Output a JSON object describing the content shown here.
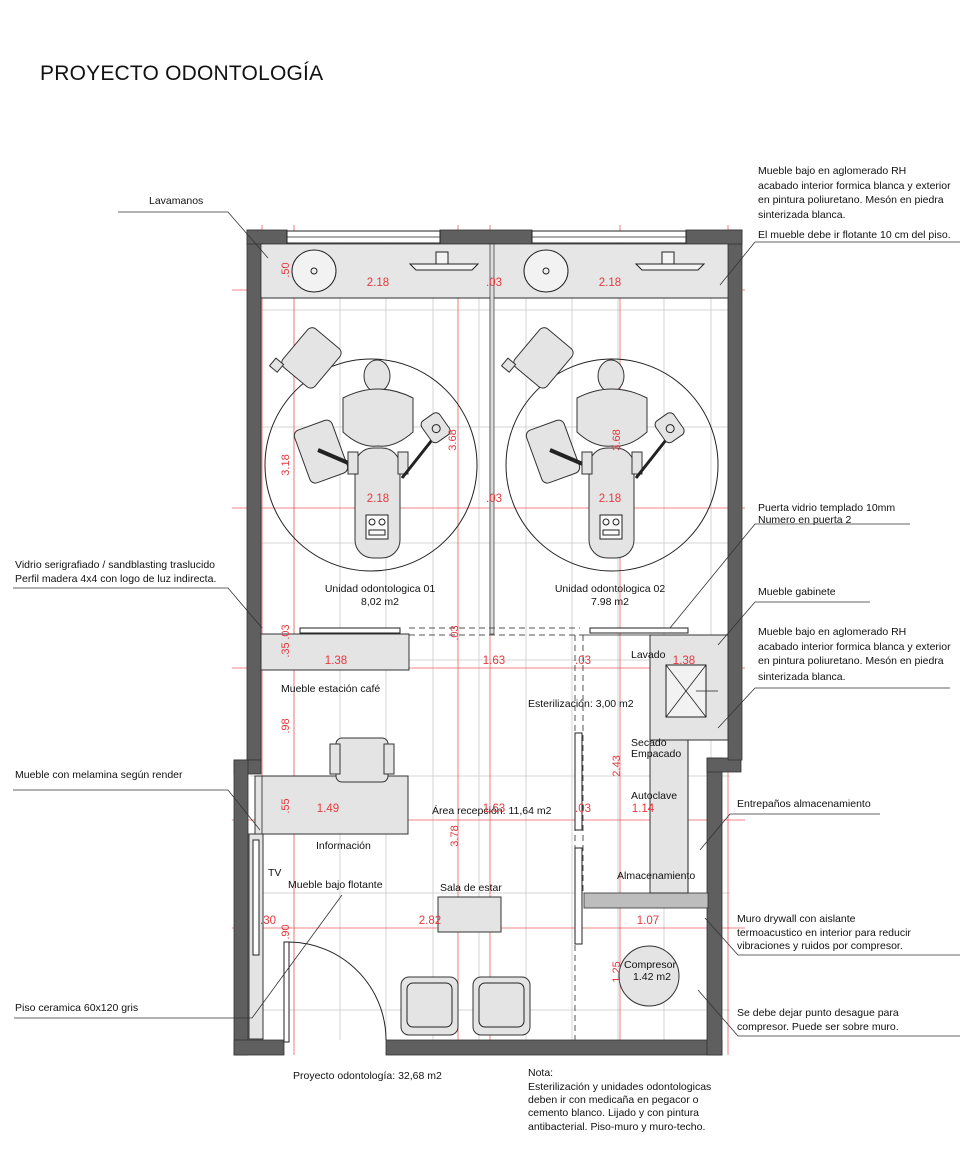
{
  "title": "PROYECTO ODONTOLOGÍA",
  "annotations": {
    "lavamanos": "Lavamanos",
    "mueble_bajo_1": [
      "Mueble bajo en aglomerado RH",
      "acabado interior formica blanca y exterior",
      "en pintura poliuretano. Mesón en piedra",
      "sinterizada blanca."
    ],
    "flotante": "El mueble debe ir flotante 10 cm del piso.",
    "puerta_vidrio": [
      "Puerta vidrio templado 10mm",
      "Numero en puerta 2"
    ],
    "vidrio": [
      "Vidrio serigrafiado / sandblasting traslucido",
      "Perfil madera 4x4 con logo de luz indirecta."
    ],
    "mueble_gabinete": "Mueble gabinete",
    "mueble_bajo_2": [
      "Mueble bajo en aglomerado RH",
      "acabado interior formica blanca y exterior",
      "en pintura poliuretano. Mesón en piedra",
      "sinterizada blanca."
    ],
    "melamina": "Mueble con melamina según render",
    "entrepanos": "Entrepaños almacenamiento",
    "drywall": [
      "Muro drywall con aislante",
      "termoacustico en interior para reducir",
      "vibraciones y ruidos por compresor."
    ],
    "piso": "Piso ceramica 60x120 gris",
    "desague": [
      "Se debe dejar punto desague para",
      "compresor. Puede ser sobre muro."
    ],
    "mueble_bajo_flotante": "Mueble bajo flotante"
  },
  "rooms": {
    "unidad1_name": "Unidad odontologica 01",
    "unidad1_area": "8,02 m2",
    "unidad2_name": "Unidad odontologica 02",
    "unidad2_area": "7.98 m2",
    "estacion_cafe": "Mueble estación café",
    "lavado": "Lavado",
    "esterilizacion": "Esterilización: 3,00 m2",
    "secado": "Secado",
    "empacado": "Empacado",
    "autoclave": "Autoclave",
    "recepcion": "Área recepción: 11,64 m2",
    "informacion": "Información",
    "almacenamiento": "Almacenamiento",
    "tv": "TV",
    "sala": "Sala de estar",
    "compresor": "Compresor",
    "compresor_area": "1.42 m2"
  },
  "dimensions": {
    "d218a": "2.18",
    "d03a": ".03",
    "d218b": "2.18",
    "d218c": "2.18",
    "d03b": ".03",
    "d218d": "2.18",
    "d50": ".50",
    "d318": "3.18",
    "d368a": "3.68",
    "d368b": "3.68",
    "d138a": "1.38",
    "d163": "1.63",
    "d03c": ".03",
    "d138b": "1.38",
    "d35": ".35",
    "d03d": ".03",
    "d03e": ".03",
    "d98": ".98",
    "d55": ".55",
    "d149": "1.49",
    "d163b": "1.63",
    "d03f": ".03",
    "d243": "2.43",
    "d114": "1.14",
    "d378": "3.78",
    "d30": ".30",
    "d282": "2.82",
    "d107": "1.07",
    "d90": ".90",
    "d125": "1.25"
  },
  "footer": {
    "total": "Proyecto odontología: 32,68 m2",
    "nota_title": "Nota:",
    "nota": [
      "Esterilización y unidades odontologicas",
      "deben ir con medicaña en pegacor o",
      "cemento blanco. Lijado y con pintura",
      "antibacterial. Piso-muro y muro-techo."
    ]
  }
}
